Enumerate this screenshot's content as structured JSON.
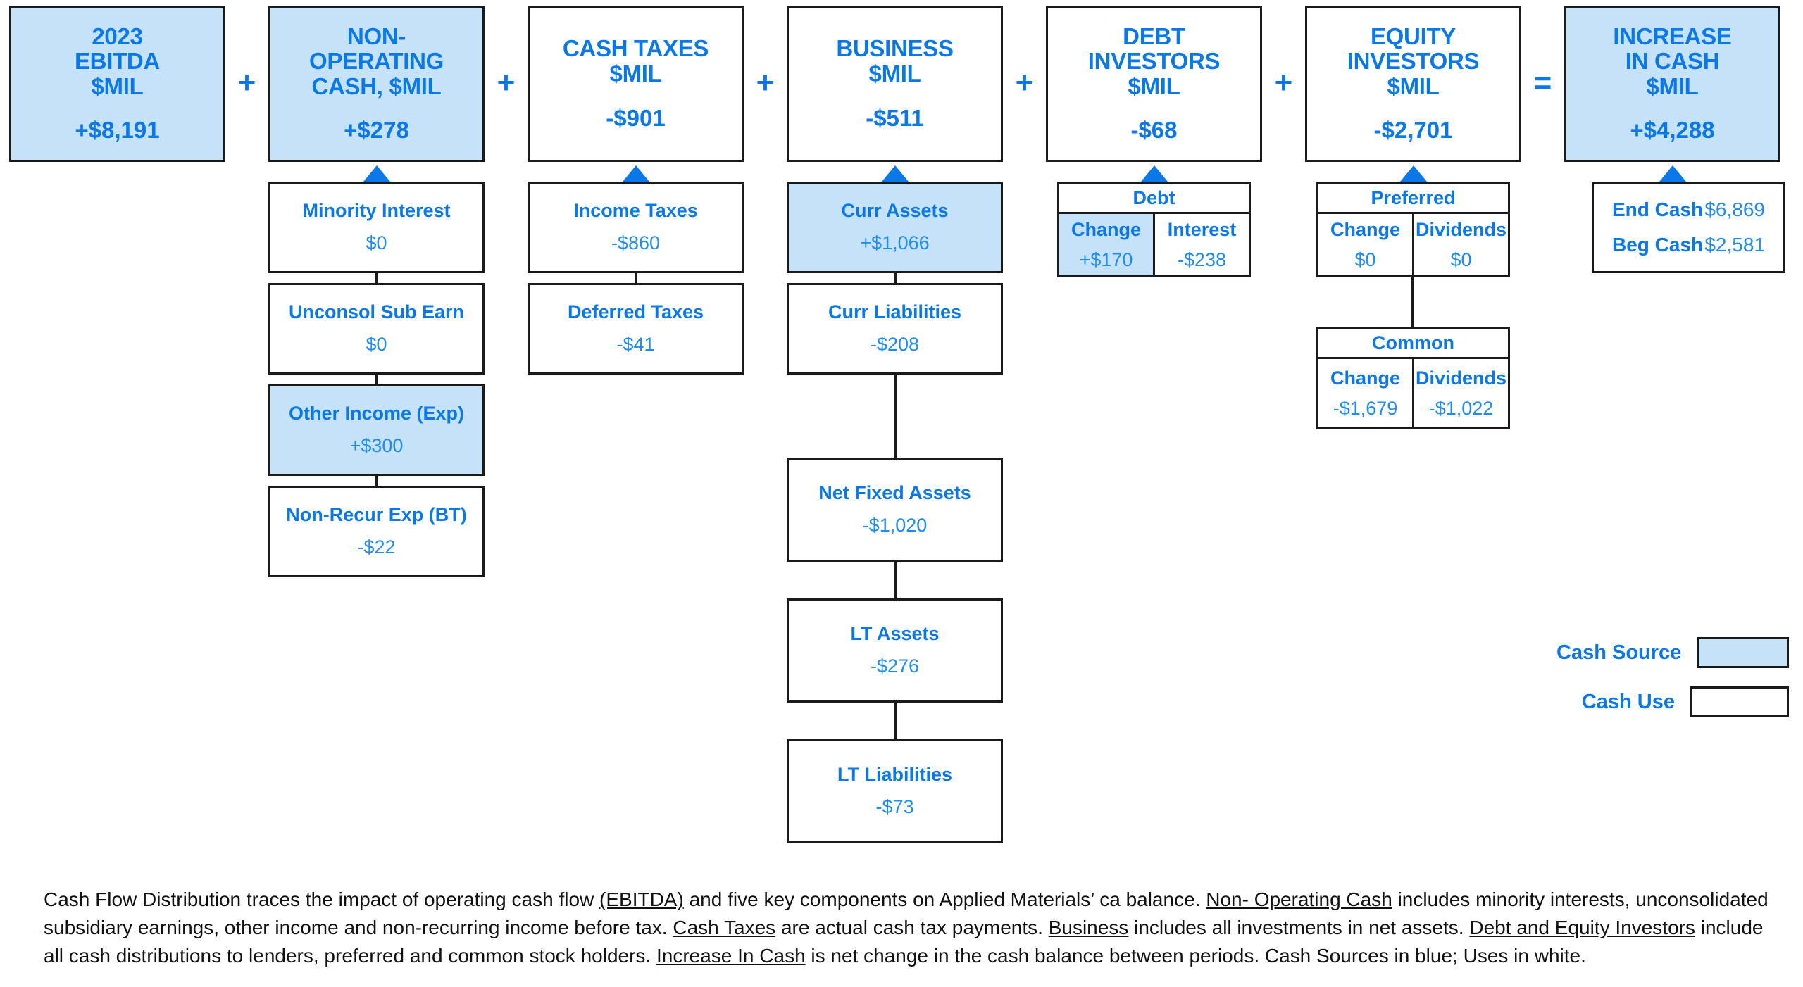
{
  "legend": {
    "source_label": "Cash Source",
    "use_label": "Cash Use",
    "source_color": "#c5e2f9",
    "use_color": "#ffffff",
    "text_color": "#0a78e8"
  },
  "operators": {
    "plus": "+",
    "equals": "="
  },
  "columns": [
    {
      "key": "ebitda",
      "title": "2023\nEBITDA\n$MIL",
      "title_lines": [
        "2023",
        "EBITDA",
        "$MIL"
      ],
      "value": "+$8,191",
      "type": "source",
      "operator_after": "+",
      "details": []
    },
    {
      "key": "non_operating_cash",
      "title_lines": [
        "NON-",
        "OPERATING",
        "CASH, $MIL"
      ],
      "value": "+$278",
      "type": "source",
      "operator_after": "+",
      "details": [
        {
          "label": "Minority Interest",
          "value": "$0",
          "type": "use"
        },
        {
          "label": "Unconsol Sub Earn",
          "value": "$0",
          "type": "use"
        },
        {
          "label": "Other Income (Exp)",
          "value": "+$300",
          "type": "source"
        },
        {
          "label": "Non-Recur Exp (BT)",
          "value": "-$22",
          "type": "use"
        }
      ]
    },
    {
      "key": "cash_taxes",
      "title_lines": [
        "CASH TAXES",
        "$MIL"
      ],
      "value": "-$901",
      "type": "use",
      "operator_after": "+",
      "details": [
        {
          "label": "Income Taxes",
          "value": "-$860",
          "type": "use"
        },
        {
          "label": "Deferred Taxes",
          "value": "-$41",
          "type": "use"
        }
      ]
    },
    {
      "key": "business",
      "title_lines": [
        "BUSINESS",
        "$MIL"
      ],
      "value": "-$511",
      "type": "use",
      "operator_after": "+",
      "details": [
        {
          "label": "Curr Assets",
          "value": "+$1,066",
          "type": "source"
        },
        {
          "label": "Curr Liabilities",
          "value": "-$208",
          "type": "use"
        },
        {
          "label": "Net Fixed Assets",
          "value": "-$1,020",
          "type": "use"
        },
        {
          "label": "LT Assets",
          "value": "-$276",
          "type": "use"
        },
        {
          "label": "LT Liabilities",
          "value": "-$73",
          "type": "use"
        }
      ]
    },
    {
      "key": "debt_investors",
      "title_lines": [
        "DEBT",
        "INVESTORS",
        "$MIL"
      ],
      "value": "-$68",
      "type": "use",
      "operator_after": "+",
      "tables": [
        {
          "header": "Debt",
          "cells": [
            {
              "label": "Change",
              "value": "+$170",
              "type": "source"
            },
            {
              "label": "Interest",
              "value": "-$238",
              "type": "use"
            }
          ]
        }
      ]
    },
    {
      "key": "equity_investors",
      "title_lines": [
        "EQUITY",
        "INVESTORS",
        "$MIL"
      ],
      "value": "-$2,701",
      "type": "use",
      "operator_after": "=",
      "tables": [
        {
          "header": "Preferred",
          "cells": [
            {
              "label": "Change",
              "value": "$0",
              "type": "use"
            },
            {
              "label": "Dividends",
              "value": "$0",
              "type": "use"
            }
          ]
        },
        {
          "header": "Common",
          "cells": [
            {
              "label": "Change",
              "value": "-$1,679",
              "type": "use"
            },
            {
              "label": "Dividends",
              "value": "-$1,022",
              "type": "use"
            }
          ]
        }
      ]
    },
    {
      "key": "increase_in_cash",
      "title_lines": [
        "INCREASE",
        "IN CASH",
        "$MIL"
      ],
      "value": "+$4,288",
      "type": "source",
      "operator_after": "",
      "cash_rows": [
        {
          "label": "End Cash",
          "value": "$6,869"
        },
        {
          "label": "Beg Cash",
          "value": "$2,581"
        }
      ]
    }
  ],
  "footnote": {
    "line1_a": "Cash Flow Distribution traces the impact of operating cash flow ",
    "line1_u1": "(EBITDA)",
    "line1_b": " and five key components on Applied Materials’ ca balance. ",
    "line1_u2": "Non- Operating Cash",
    "line1_c": " includes minority interests,",
    "line2_a": "unconsolidated subsidiary earnings, other income and non-recurring  income before tax. ",
    "line2_u1": "Cash Taxes",
    "line2_b": " are actual cash tax payments. ",
    "line2_u2": "Business",
    "line2_c": " includes all investments in net assets.",
    "line3_u1": "Debt and Equity Investors",
    "line3_a": " include all cash distributions to lenders, preferred and common stock holders. ",
    "line3_u2": "Increase In Cash",
    "line3_b": " is net change in the cash balance between periods. Cash",
    "line4": "Sources in blue; Uses in white."
  }
}
